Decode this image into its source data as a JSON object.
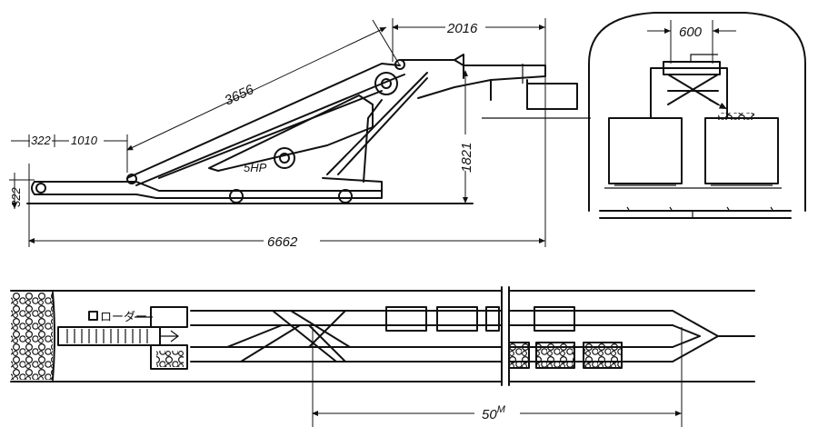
{
  "dimensions": {
    "d322_top": "322",
    "d1010": "1010",
    "d3656": "3656",
    "d2016": "2016",
    "d600": "600",
    "d1821": "1821",
    "d322_side": "322",
    "d6662": "6662",
    "d50m": "50",
    "d50m_unit": "M"
  },
  "labels": {
    "motor": "5HP",
    "loader": "ローダー"
  }
}
